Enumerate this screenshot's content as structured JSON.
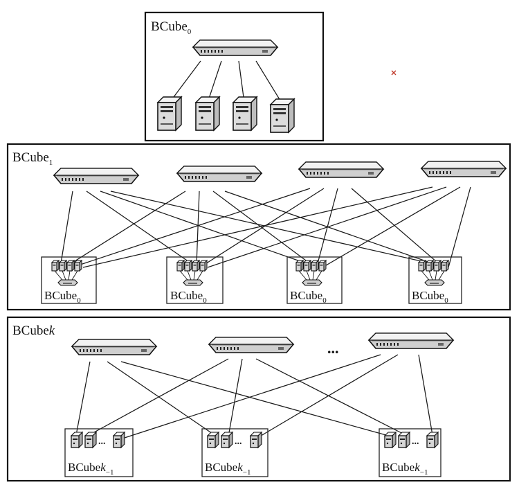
{
  "panels": {
    "bcube0": {
      "title_base": "BCube",
      "title_sub": "0"
    },
    "bcube1": {
      "title_base": "BCube",
      "title_sub": "1",
      "group_base": "BCube",
      "group_sub": "0"
    },
    "bcubek": {
      "title_base": "BCube",
      "title_italic": "k",
      "group_base": "BCube",
      "group_italic": "k",
      "group_sub": "−1"
    }
  },
  "ellipsis": "...",
  "icons": {
    "switch": "switch-icon",
    "server": "server-icon",
    "mini_server": "mini-server-icon",
    "mini_switch": "mini-switch-icon",
    "stray_mark": "x-mark-icon"
  },
  "colors": {
    "line": "#1a1a1a",
    "switch_body": "#e6e6e6",
    "switch_face": "#c8c8c8",
    "frame": "#111111"
  }
}
